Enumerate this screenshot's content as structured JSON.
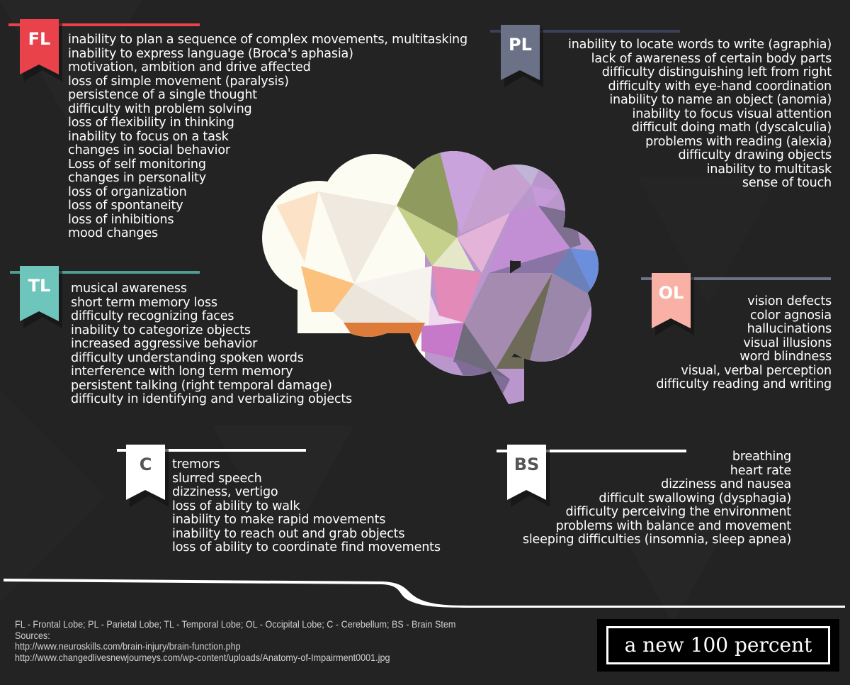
{
  "sections": {
    "fl": {
      "label": "FL",
      "color": "#e9424b",
      "items": [
        "inability to plan a sequence of complex movements, multitasking",
        "inability to express language (Broca's aphasia)",
        "motivation, ambition and drive affected",
        "loss of simple movement (paralysis)",
        "persistence of a single thought",
        "difficulty with problem solving",
        "loss of flexibility in thinking",
        "inability to focus on a task",
        "changes in social behavior",
        "Loss of self monitoring",
        "changes in personality",
        "loss of organization",
        "loss of spontaneity",
        "loss of inhibitions",
        "mood changes"
      ]
    },
    "pl": {
      "label": "PL",
      "color": "#6b7288",
      "items": [
        "inability to locate words to write (agraphia)",
        "lack of awareness of certain body parts",
        "difficulty distinguishing left from right",
        "difficulty with eye-hand coordination",
        "inability to name an object (anomia)",
        "inability to focus visual attention",
        "difficult doing math (dyscalculia)",
        "problems with reading (alexia)",
        "difficulty drawing objects",
        "inability to multitask",
        "sense of touch"
      ]
    },
    "tl": {
      "label": "TL",
      "color": "#6dc5bb",
      "items": [
        "musical awareness",
        "short term memory loss",
        "difficulty recognizing faces",
        "inability to categorize objects",
        "increased aggressive behavior",
        "difficulty understanding spoken words",
        "interference with long term memory",
        "persistent talking (right temporal damage)",
        "difficulty in identifying and verbalizing objects"
      ]
    },
    "ol": {
      "label": "OL",
      "color": "#f9b1a6",
      "items": [
        "vision defects",
        "color agnosia",
        "hallucinations",
        "visual illusions",
        "word blindness",
        "visual, verbal perception",
        "difficulty reading and writing"
      ]
    },
    "c": {
      "label": "C",
      "color": "#ffffff",
      "items": [
        "tremors",
        "slurred speech",
        "dizziness, vertigo",
        "loss of ability to walk",
        "inability to make rapid movements",
        "inability to reach out and grab objects",
        "loss of ability to coordinate find movements"
      ]
    },
    "bs": {
      "label": "BS",
      "color": "#ffffff",
      "items": [
        "breathing",
        "heart rate",
        "dizziness and nausea",
        "difficult swallowing (dysphagia)",
        "difficulty perceiving the environment",
        "problems with balance and movement",
        "sleeping difficulties (insomnia, sleep apnea)"
      ]
    }
  },
  "footer": {
    "legend": "FL - Frontal Lobe; PL - Parietal Lobe; TL - Temporal Lobe; OL - Occipital Lobe; C - Cerebellum; BS - Brain Stem",
    "sources_label": "Sources:",
    "sources": [
      "http://www.neuroskills.com/brain-injury/brain-function.php",
      "http://www.changedlivesnewjourneys.com/wp-content/uploads/Anatomy-of-Impairment0001.jpg"
    ]
  },
  "logo": {
    "text": "a new 100 percent"
  }
}
